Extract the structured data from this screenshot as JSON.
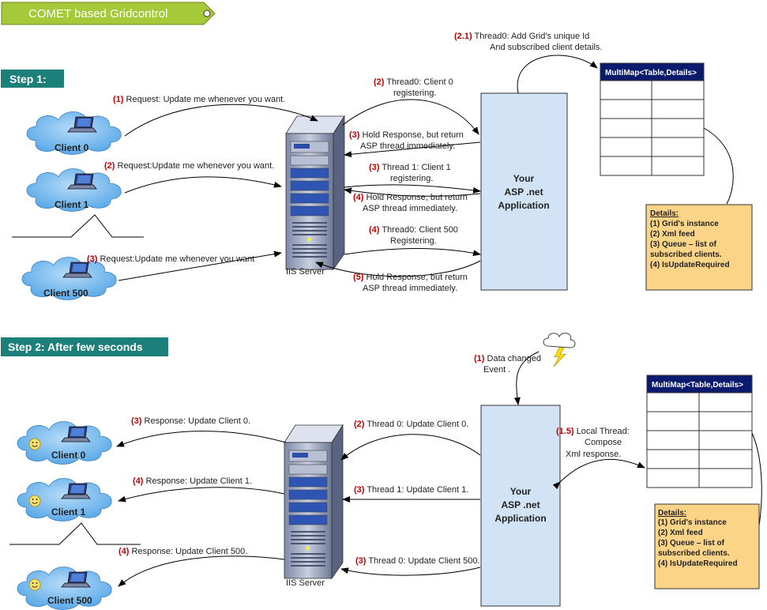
{
  "title": "COMET based Gridcontrol",
  "colors": {
    "title_bg": "#a6c93a",
    "step_bg": "#1c7f7a",
    "app_bg": "#d2e3f5",
    "cloud": "#5aa9e8",
    "map_header": "#0a1b6e",
    "details_bg": "#fcd487",
    "arrow_num": "#c00000"
  },
  "step1": {
    "label": "Step 1:",
    "clients": [
      "Client 0",
      "Client 1",
      "Client 500"
    ],
    "server": "IIS Server",
    "app": [
      "Your",
      "ASP .net",
      "Application"
    ],
    "requests": [
      {
        "num": "(1)",
        "text": "Request: Update me whenever you want."
      },
      {
        "num": "(2)",
        "text": "Request:Update me whenever you want."
      },
      {
        "num": "(3)",
        "text": "Request:Update me whenever you want"
      }
    ],
    "msgs": [
      {
        "num": "(2)",
        "l1": "Thread0: Client 0",
        "l2": "registering."
      },
      {
        "num": "(3)",
        "l1": "Hold Response, but return",
        "l2": "ASP thread immediately."
      },
      {
        "num": "(3)",
        "l1": "Thread 1: Client 1",
        "l2": "registering."
      },
      {
        "num": "(4)",
        "l1": "Hold Response, but return",
        "l2": "ASP thread immediately."
      },
      {
        "num": "(4)",
        "l1": "Thread0: Client 500",
        "l2": "Registering."
      },
      {
        "num": "(5)",
        "l1": "Hold Response, but return",
        "l2": "ASP thread immediately."
      }
    ],
    "top_note": {
      "num": "(2.1)",
      "l1": "Thread0: Add Grid's unique Id",
      "l2": "And subscribed client details."
    },
    "map_header": "MultiMap<Table,Details>",
    "details": {
      "title": "Details:",
      "items": [
        "(1) Grid's instance",
        "(2) Xml feed",
        "(3) Queue – list of",
        "subscribed clients.",
        "(4) IsUpdateRequired"
      ]
    }
  },
  "step2": {
    "label": "Step 2: After few seconds",
    "clients": [
      "Client 0",
      "Client 1",
      "Client 500"
    ],
    "server": "IIS Server",
    "app": [
      "Your",
      "ASP .net",
      "Application"
    ],
    "event": {
      "num": "(1)",
      "l1": "Data changed",
      "l2": "Event ."
    },
    "local": {
      "num": "(1.5)",
      "l1": "Local Thread:",
      "l2": "Compose",
      "l3": "Xml response."
    },
    "responses": [
      {
        "num": "(3)",
        "text": "Response: Update Client 0."
      },
      {
        "num": "(4)",
        "text": "Response: Update Client 1."
      },
      {
        "num": "(4)",
        "text": "Response: Update Client 500."
      }
    ],
    "threads": [
      {
        "num": "(2)",
        "text": "Thread 0: Update Client 0."
      },
      {
        "num": "(3)",
        "text": "Thread 1: Update  Client 1."
      },
      {
        "num": "(3)",
        "text": "Thread 0: Update Client 500."
      }
    ],
    "map_header": "MultiMap<Table,Details>",
    "details": {
      "title": "Details:",
      "items": [
        "(1) Grid's instance",
        "(2) Xml feed",
        "(3) Queue – list of",
        "subscribed clients.",
        "(4) IsUpdateRequired"
      ]
    }
  }
}
